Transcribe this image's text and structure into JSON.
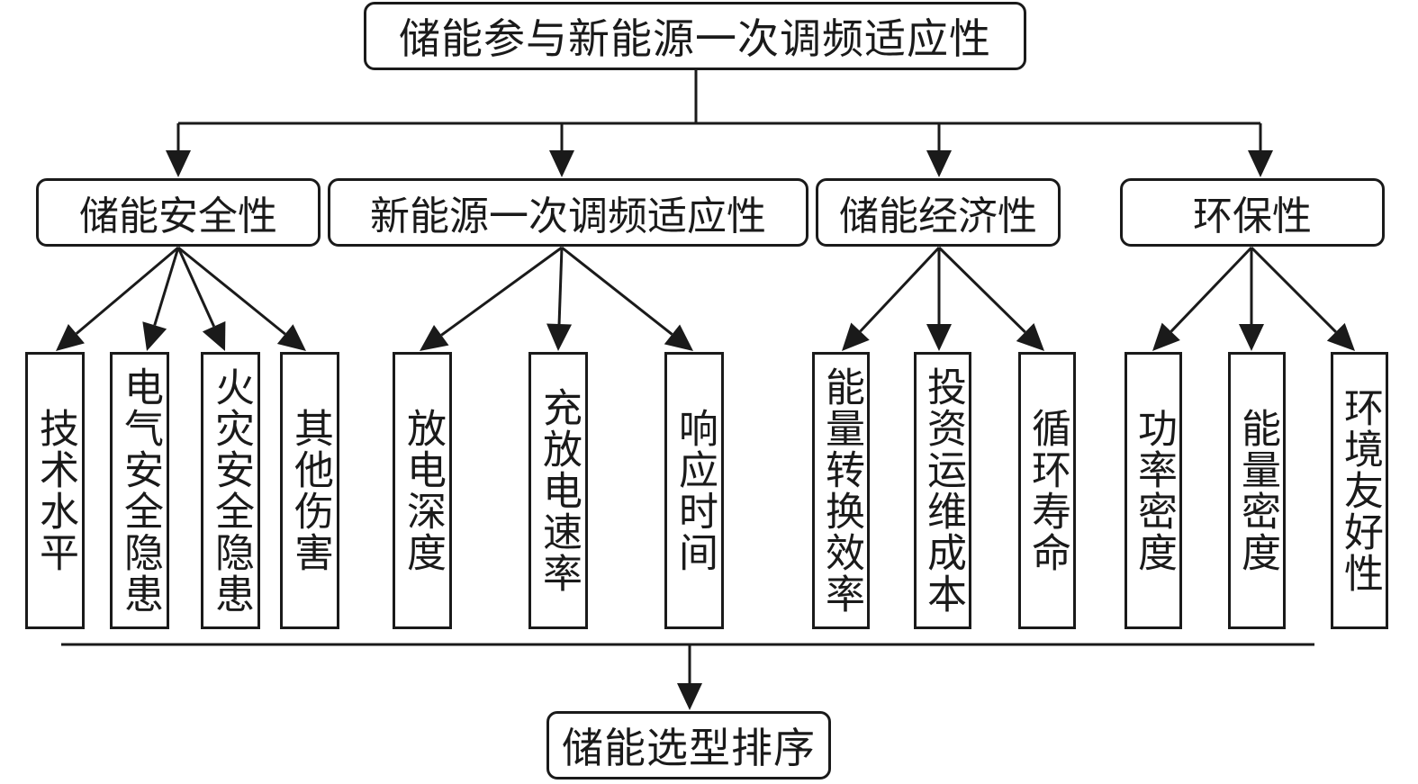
{
  "root": {
    "label": "储能参与新能源一次调频适应性"
  },
  "categories": [
    {
      "label": "储能安全性",
      "indicators": [
        "技术水平",
        "电气安全隐患",
        "火灾安全隐患",
        "其他伤害"
      ]
    },
    {
      "label": "新能源一次调频适应性",
      "indicators": [
        "放电深度",
        "充放电速率",
        "响应时间"
      ]
    },
    {
      "label": "储能经济性",
      "indicators": [
        "能量转换效率",
        "投资运维成本",
        "循环寿命"
      ]
    },
    {
      "label": "环保性",
      "indicators": [
        "功率密度",
        "能量密度",
        "环境友好性"
      ]
    }
  ],
  "result": {
    "label": "储能选型排序"
  },
  "colors": {
    "line": "#1a1a1a",
    "background": "#ffffff"
  }
}
